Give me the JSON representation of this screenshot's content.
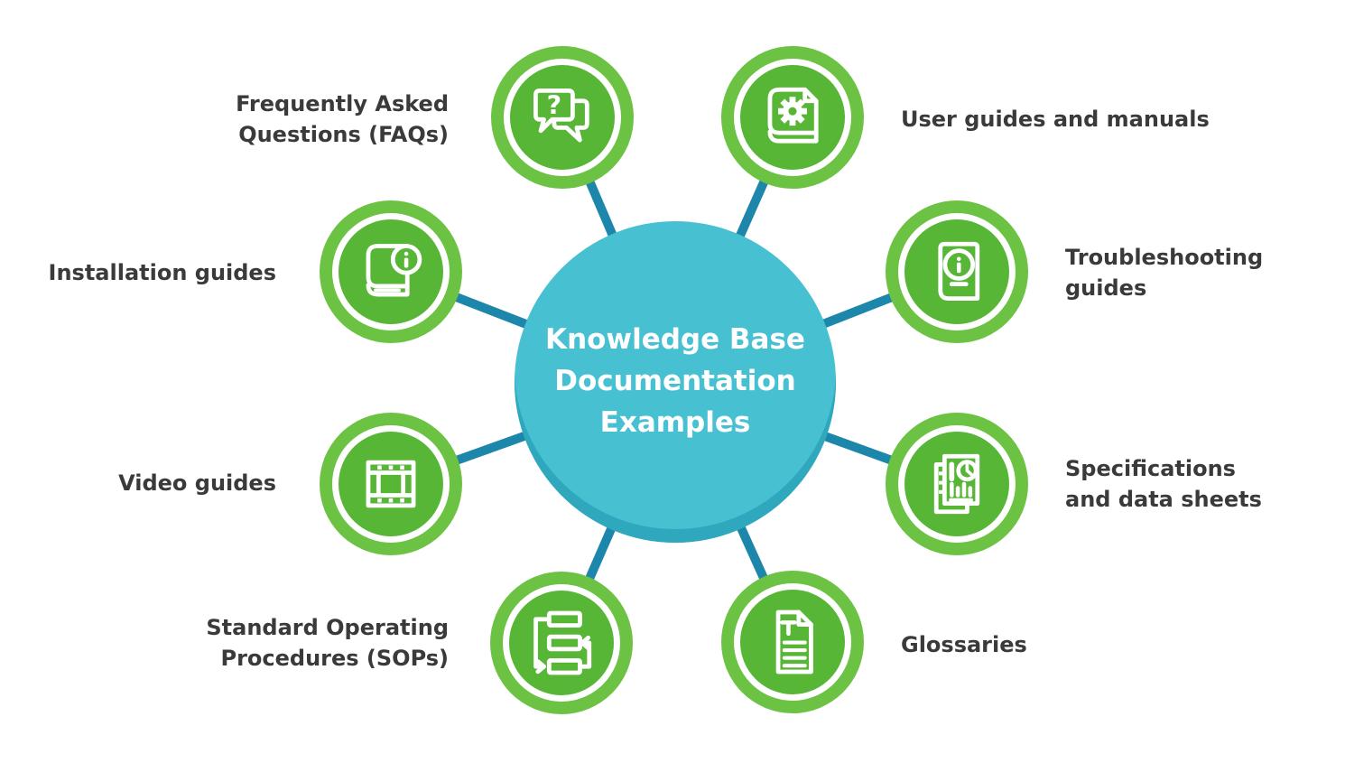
{
  "diagram": {
    "center_title": "Knowledge Base\nDocumentation\nExamples",
    "colors": {
      "hub_fill": "#47c0d2",
      "hub_bottom_shade": "#2fa8bd",
      "spoke_line": "#1d87ab",
      "node_outer_ring": "#6cc243",
      "node_inner_fill": "#58b637",
      "icon_color": "#ffffff",
      "label_text": "#3a3a3a",
      "background": "#ffffff"
    },
    "nodes": [
      {
        "label": "Frequently Asked\nQuestions (FAQs)",
        "icon": "question-bubbles-icon"
      },
      {
        "label": "User guides and manuals",
        "icon": "gear-book-icon"
      },
      {
        "label": "Installation guides",
        "icon": "info-badge-book-icon"
      },
      {
        "label": "Troubleshooting\nguides",
        "icon": "info-cover-book-icon"
      },
      {
        "label": "Video guides",
        "icon": "film-strip-icon"
      },
      {
        "label": "Specifications\nand data sheets",
        "icon": "data-sheet-icon"
      },
      {
        "label": "Standard Operating\nProcedures (SOPs)",
        "icon": "flowchart-icon"
      },
      {
        "label": "Glossaries",
        "icon": "text-document-icon"
      }
    ]
  }
}
